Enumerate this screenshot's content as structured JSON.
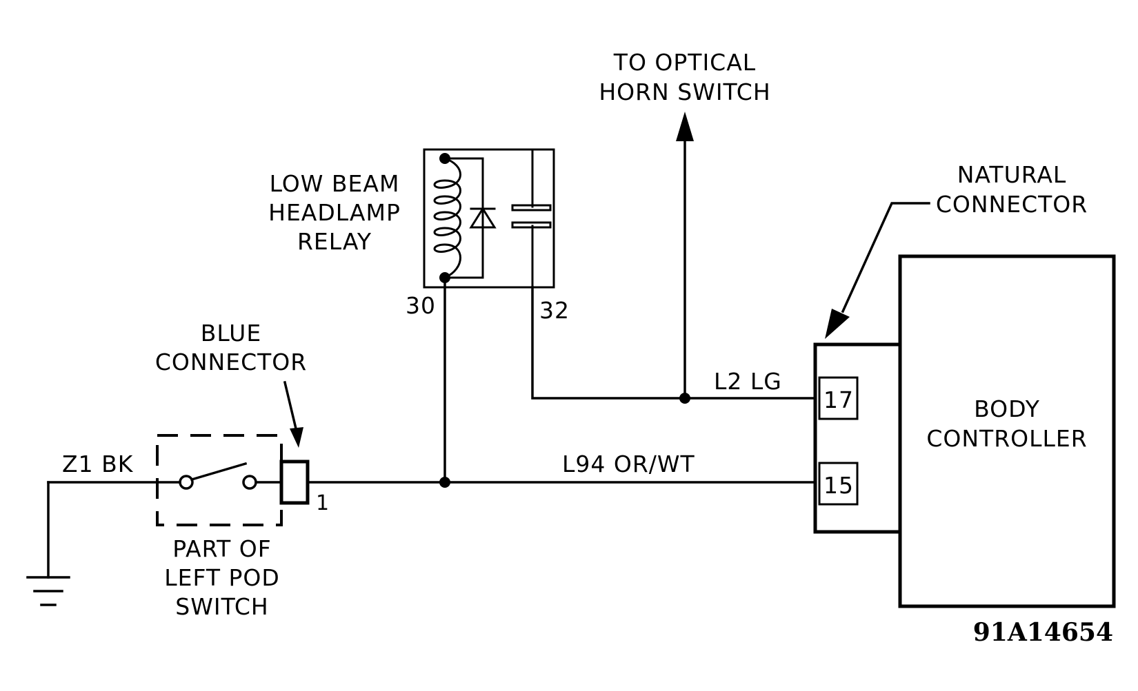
{
  "labels": {
    "horn_switch": [
      "TO OPTICAL",
      "HORN SWITCH"
    ],
    "relay": [
      "LOW BEAM",
      "HEADLAMP",
      "RELAY"
    ],
    "natural_connector": [
      "NATURAL",
      "CONNECTOR"
    ],
    "blue_connector": [
      "BLUE",
      "CONNECTOR"
    ],
    "pod_switch": [
      "PART OF",
      "LEFT POD",
      "SWITCH"
    ],
    "body_controller": [
      "BODY",
      "CONTROLLER"
    ]
  },
  "wires": {
    "ground": "Z1 BK",
    "lamp_feed": "L94 OR/WT",
    "horn_feed": "L2 LG"
  },
  "pins": {
    "relay_30": "30",
    "relay_32": "32",
    "blue_connector_pin": "1",
    "controller_17": "17",
    "controller_15": "15"
  },
  "figure_ref": "91A14654"
}
